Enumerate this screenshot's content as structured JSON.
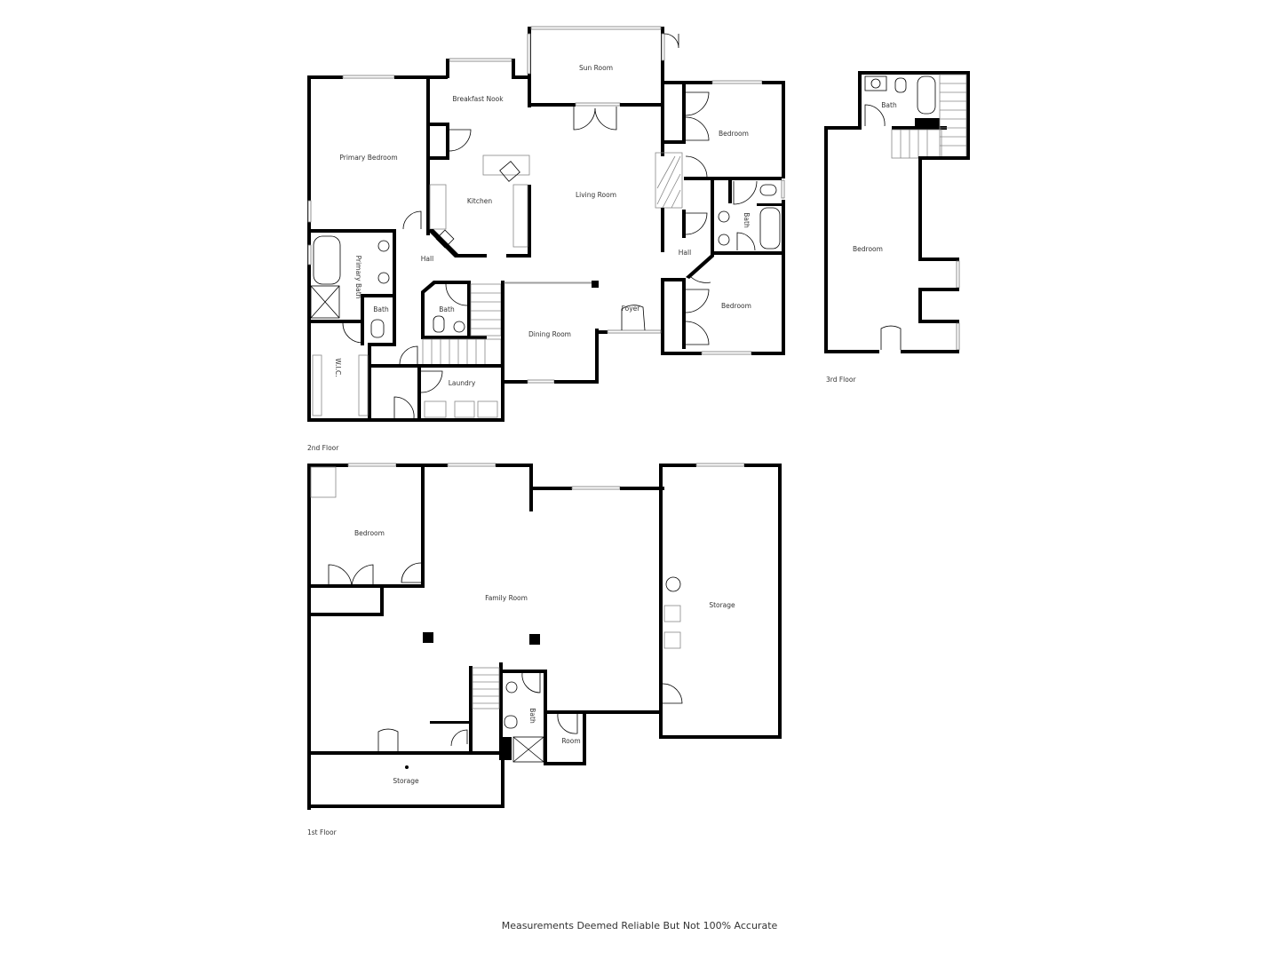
{
  "floors": {
    "second": {
      "label": "2nd Floor",
      "rooms": {
        "sun_room": "Sun Room",
        "breakfast_nook": "Breakfast Nook",
        "primary_bedroom": "Primary Bedroom",
        "kitchen": "Kitchen",
        "living_room": "Living Room",
        "bedroom_ne": "Bedroom",
        "bath_e": "Bath",
        "hall_e": "Hall",
        "bedroom_se": "Bedroom",
        "primary_bath": "Primary Bath",
        "hall": "Hall",
        "bath_small": "Bath",
        "bath_center": "Bath",
        "wic": "W.I.C.",
        "dining_room": "Dining Room",
        "foyer": "Foyer",
        "laundry": "Laundry"
      }
    },
    "third": {
      "label": "3rd Floor",
      "rooms": {
        "bath": "Bath",
        "bedroom": "Bedroom"
      }
    },
    "first": {
      "label": "1st Floor",
      "rooms": {
        "bedroom": "Bedroom",
        "family_room": "Family Room",
        "storage_east": "Storage",
        "bath": "Bath",
        "room": "Room",
        "storage_south": "Storage"
      }
    }
  },
  "footer": {
    "disclaimer": "Measurements Deemed Reliable But Not 100% Accurate"
  }
}
